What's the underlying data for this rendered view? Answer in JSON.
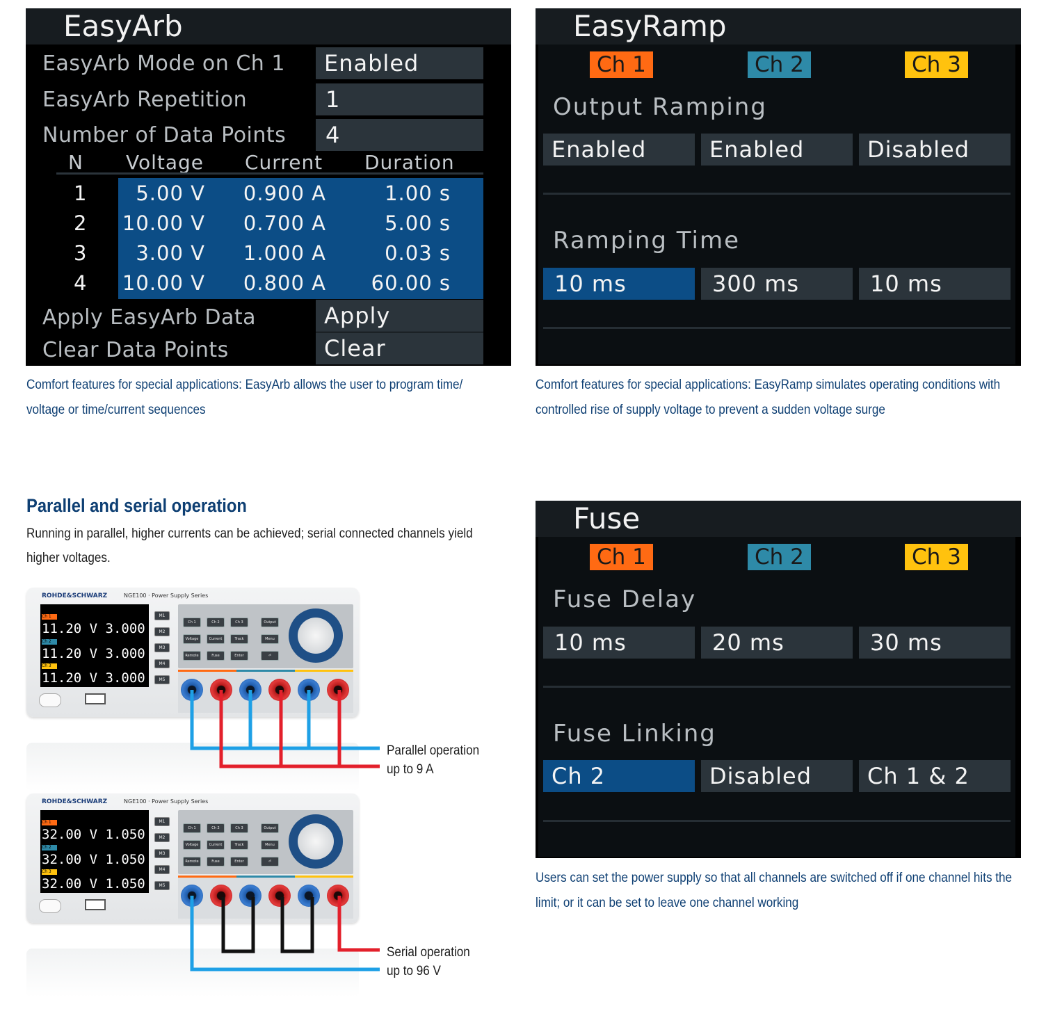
{
  "easyarb": {
    "title": "EasyArb",
    "mode_label": "EasyArb Mode on Ch 1",
    "mode_value": "Enabled",
    "repetition_label": "EasyArb Repetition",
    "repetition_value": "1",
    "points_label": "Number of Data Points",
    "points_value": "4",
    "columns": [
      "N",
      "Voltage",
      "Current",
      "Duration"
    ],
    "rows": [
      {
        "n": "1",
        "voltage": "5.00 V",
        "current": "0.900 A",
        "duration": "1.00 s"
      },
      {
        "n": "2",
        "voltage": "10.00 V",
        "current": "0.700 A",
        "duration": "5.00 s"
      },
      {
        "n": "3",
        "voltage": "3.00 V",
        "current": "1.000 A",
        "duration": "0.03 s"
      },
      {
        "n": "4",
        "voltage": "10.00 V",
        "current": "0.800 A",
        "duration": "60.00 s"
      }
    ],
    "apply_label": "Apply EasyArb Data",
    "apply_button": "Apply",
    "clear_label": "Clear Data Points",
    "clear_button": "Clear",
    "caption": "Comfort features for special applications: EasyArb allows the user to program time/ voltage or time/current sequences"
  },
  "easyramp": {
    "title": "EasyRamp",
    "channels": [
      "Ch 1",
      "Ch 2",
      "Ch 3"
    ],
    "output_label": "Output Ramping",
    "output_values": [
      "Enabled",
      "Enabled",
      "Disabled"
    ],
    "time_label": "Ramping Time",
    "time_values": [
      "10 ms",
      "300 ms",
      "10 ms"
    ],
    "caption": "Comfort features for special applications: EasyRamp simulates operating conditions with controlled rise of supply voltage to prevent a sudden voltage surge"
  },
  "fuse": {
    "title": "Fuse",
    "channels": [
      "Ch 1",
      "Ch 2",
      "Ch 3"
    ],
    "delay_label": "Fuse Delay",
    "delay_values": [
      "10 ms",
      "20 ms",
      "30 ms"
    ],
    "linking_label": "Fuse Linking",
    "linking_values": [
      "Ch 2",
      "Disabled",
      "Ch 1 & 2"
    ],
    "caption": "Users can set the power supply so that all channels are switched off if one channel hits the limit; or it can be set to leave one channel working"
  },
  "parallel_section": {
    "heading": "Parallel and serial operation",
    "body": "Running in parallel, higher currents can be achieved; serial connected channels yield higher voltages.",
    "parallel_label_1": "Parallel operation",
    "parallel_label_2": "up to 9 A",
    "serial_label_1": "Serial operation",
    "serial_label_2": "up to 96 V"
  },
  "device_top": {
    "brand": "ROHDE&SCHWARZ",
    "model": "NGE100 · Power Supply Series",
    "readings": [
      "11.20 V  3.000 A",
      "11.20 V  3.000 A",
      "11.20 V  3.000 A"
    ]
  },
  "device_bottom": {
    "brand": "ROHDE&SCHWARZ",
    "model": "NGE100 · Power Supply Series",
    "readings": [
      "32.00 V  1.050 A",
      "32.00 V  1.050 A",
      "32.00 V  1.050 A"
    ]
  },
  "device_common": {
    "tags": [
      "Ch 1",
      "Ch 2",
      "Ch 3"
    ],
    "mem_buttons": [
      "M1",
      "M2",
      "M3",
      "M4",
      "M5"
    ],
    "keys": [
      "Ch 1",
      "Ch 2",
      "Ch 3",
      "Output",
      "Voltage",
      "Current",
      "Track",
      "Menu",
      "Remote",
      "Fuse",
      "Enter",
      "⏎"
    ]
  },
  "colors": {
    "ch1": "#ff6a13",
    "ch2": "#2e8aa8",
    "ch3": "#ffc20e",
    "selected": "#0c4d86",
    "field": "#2b343b",
    "parallel_wire_blue": "#1ea0e6",
    "wire_red": "#e3202b",
    "serial_wire_black": "#111111",
    "caption_text": "#0e3f73"
  }
}
